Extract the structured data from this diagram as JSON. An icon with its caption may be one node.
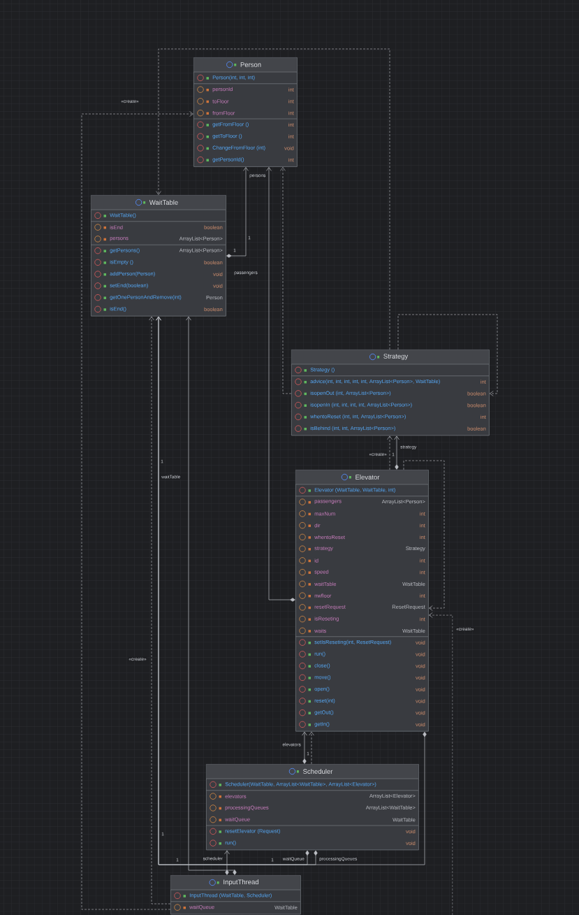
{
  "diagram": {
    "nodes": [
      {
        "text": [
          "Person",
          "Person(int, int, int)",
          "personId",
          "int",
          "toFloor",
          "int",
          "fromFloor",
          "int",
          "getFromFloor ()",
          "int",
          "getToFloor ()",
          "int",
          "ChangeFromFloor (int)",
          "void",
          "getPersonId()",
          "int"
        ]
      },
      {
        "text": [
          "WaitTable",
          "WaitTable()",
          "isEnd",
          "boolean",
          "persons",
          "ArrayList<Person>",
          "getPersons()",
          "ArrayList<Person>",
          "isEmpty ()",
          "boolean",
          "addPerson(Person)",
          "void",
          "setEnd(boolean)",
          "void",
          "getOnePersonAndRemove(int)",
          "Person",
          "isEnd()",
          "boolean"
        ]
      },
      {
        "text": [
          "Strategy",
          "Strategy ()",
          "advice(int, int, int, int, int, ArrayList<Person>, WaitTable)",
          "int",
          "isopenOut (int, ArrayList<Person>)",
          "boolean",
          "isopenIn (int, int, int, int, ArrayList<Person>)",
          "boolean",
          "whentoReset (int, int, ArrayList<Person>)",
          "int",
          "isBehind (int, int, ArrayList<Person>)",
          "boolean"
        ]
      },
      {
        "text": [
          "Elevator",
          "Elevator (WaitTable, WaitTable, int)",
          "passengers",
          "ArrayList<Person>",
          "maxNum",
          "int",
          "dir",
          "int",
          "whentoReset",
          "int",
          "strategy",
          "Strategy",
          "id",
          "int",
          "speed",
          "int",
          "waitTable",
          "WaitTable",
          "nwfloor",
          "int",
          "resetRequest",
          "ResetRequest",
          "isReseting",
          "int",
          "waits",
          "WaitTable",
          "setIsReseting(int, ResetRequest)",
          "void",
          "run()",
          "void",
          "close()",
          "void",
          "move()",
          "void",
          "open()",
          "void",
          "reset(int)",
          "void",
          "getOut()",
          "void",
          "getIn()",
          "void"
        ]
      },
      {
        "text": [
          "Scheduler",
          "Scheduler(WaitTable, ArrayList<WaitTable>, ArrayList<Elevator>)",
          "elevators",
          "ArrayList<Elevator>",
          "processingQueues",
          "ArrayList<WaitTable>",
          "waitQueue",
          "WaitTable",
          "resetElevator (Request)",
          "void",
          "run()",
          "void"
        ]
      },
      {
        "text": [
          "InputThread",
          "InputThread (WaitTable, Scheduler)",
          "waitQueue",
          "WaitTable"
        ]
      }
    ],
    "edges": [
      {
        "from": 1,
        "to": 0,
        "arrow": "to",
        "label": "persons"
      },
      {
        "from": 3,
        "to": 0,
        "arrow": "to",
        "label": "passengers"
      },
      {
        "from": 2,
        "to": 0,
        "arrow": "to",
        "style": "dashed"
      },
      {
        "from": 2,
        "to": 1,
        "arrow": "to",
        "style": "dashed"
      },
      {
        "from": 2,
        "to": 2,
        "arrow": "to",
        "style": "dashed"
      },
      {
        "from": 3,
        "to": 2,
        "arrow": "to",
        "label": "strategy"
      },
      {
        "from": 3,
        "to": 2,
        "arrow": "to",
        "style": "dashed",
        "label": "«create»"
      },
      {
        "from": 3,
        "to": 3,
        "arrow": "to",
        "style": "dashed"
      },
      {
        "from": 4,
        "to": 3,
        "arrow": "to",
        "label": "elevators"
      },
      {
        "from": 4,
        "to": 3,
        "arrow": "to",
        "style": "dashed"
      },
      {
        "from": 3,
        "to": 1,
        "arrow": "to",
        "label": "waitTable"
      },
      {
        "from": 4,
        "to": 1,
        "arrow": "to",
        "label": "waitQueue"
      },
      {
        "from": 4,
        "to": 1,
        "arrow": "to",
        "label": "processingQueues"
      },
      {
        "from": 5,
        "to": 4,
        "arrow": "to",
        "label": "scheduler"
      },
      {
        "from": 5,
        "to": 1,
        "arrow": "to"
      },
      {
        "from": 5,
        "to": 0,
        "arrow": "to",
        "style": "dashed",
        "label": "«create»"
      },
      {
        "from": 5,
        "to": 1,
        "arrow": "to",
        "style": "dashed",
        "label": "«create»"
      },
      {
        "from": null,
        "to": 3,
        "arrow": "to",
        "style": "dashed",
        "label": "«create»"
      }
    ],
    "labels": [
      "1",
      "1",
      "1",
      "1",
      "1",
      "1",
      "1",
      "1"
    ]
  }
}
